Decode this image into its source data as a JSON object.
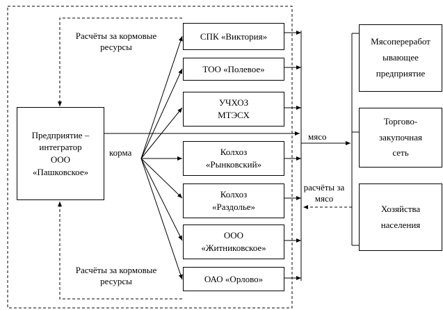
{
  "integrator": {
    "label": "Предприятие –\nинтегратор\nООО\n«Пашковское»"
  },
  "farms": [
    {
      "label": "СПК «Виктория»"
    },
    {
      "label": "ТОО «Полевое»"
    },
    {
      "label": "УЧХОЗ\nМТЭСХ"
    },
    {
      "label": "Колхоз\n«Рынковский»"
    },
    {
      "label": "Колхоз\n«Раздолье»"
    },
    {
      "label": "ООО\n«Житниковское»"
    },
    {
      "label": "ОАО «Орлово»"
    }
  ],
  "buyers": [
    {
      "label": "Мясопереработ\nывающее\nпредприятие"
    },
    {
      "label": "Торгово-\nзакупочная\nсеть"
    },
    {
      "label": "Хозяйства\nнаселения"
    }
  ],
  "flows": {
    "feed": "корма",
    "meat": "мясо",
    "meat_settlements": "расчёты за\nмясо",
    "feed_settlements_top": "Расчёты за кормовые\nресурсы",
    "feed_settlements_bottom": "Расчёты за кормовые\nресурсы"
  }
}
